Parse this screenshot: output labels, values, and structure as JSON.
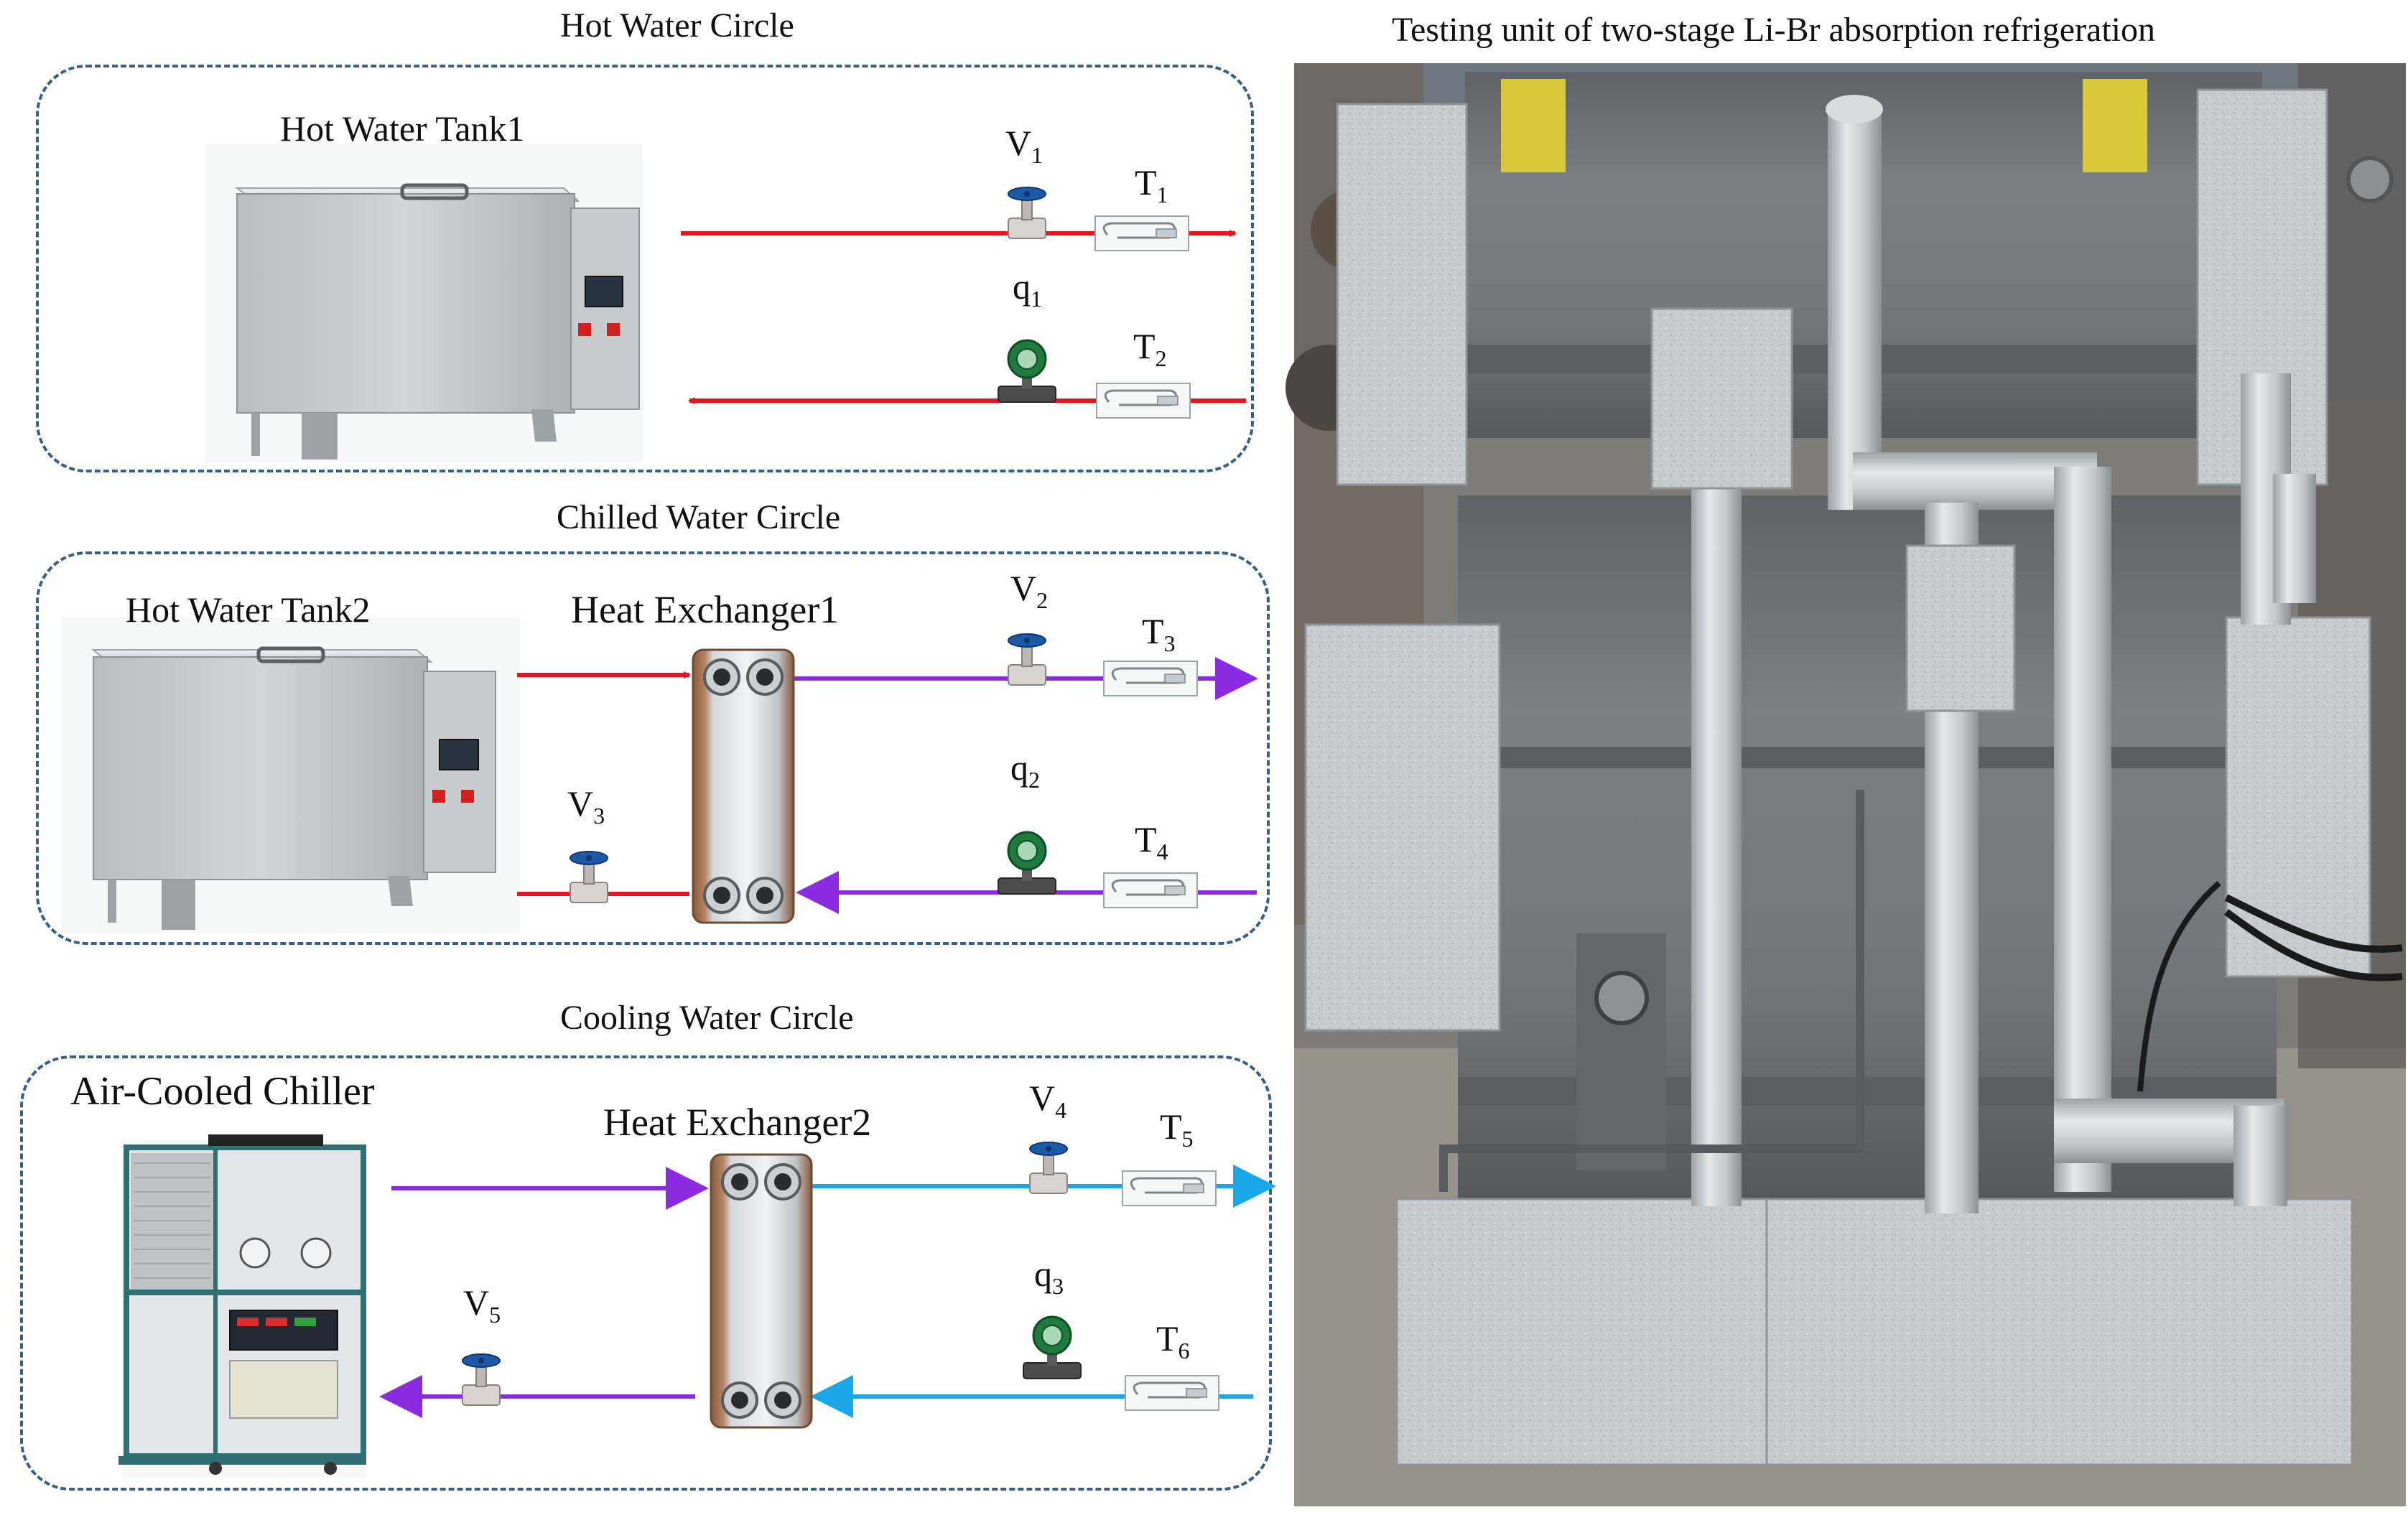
{
  "left_panel": {
    "hot_circle": {
      "title": "Hot Water Circle",
      "tank_label": "Hot Water Tank1",
      "valve": {
        "letter": "V",
        "sub": "1"
      },
      "flowmeter": {
        "letter": "q",
        "sub": "1"
      },
      "sensor_out": {
        "letter": "T",
        "sub": "1"
      },
      "sensor_in": {
        "letter": "T",
        "sub": "2"
      }
    },
    "chilled_circle": {
      "title": "Chilled Water Circle",
      "tank_label": "Hot Water Tank2",
      "hx_label": "Heat Exchanger1",
      "valve_out": {
        "letter": "V",
        "sub": "2"
      },
      "valve_in": {
        "letter": "V",
        "sub": "3"
      },
      "flowmeter": {
        "letter": "q",
        "sub": "2"
      },
      "sensor_out": {
        "letter": "T",
        "sub": "3"
      },
      "sensor_in": {
        "letter": "T",
        "sub": "4"
      }
    },
    "cooling_circle": {
      "title": "Cooling Water Circle",
      "chiller_label": "Air-Cooled Chiller",
      "hx_label": "Heat Exchanger2",
      "valve_out": {
        "letter": "V",
        "sub": "4"
      },
      "valve_in": {
        "letter": "V",
        "sub": "5"
      },
      "flowmeter": {
        "letter": "q",
        "sub": "3"
      },
      "sensor_out": {
        "letter": "T",
        "sub": "5"
      },
      "sensor_in": {
        "letter": "T",
        "sub": "6"
      }
    }
  },
  "right_panel": {
    "title": "Testing unit of two-stage Li-Br absorption refrigeration"
  },
  "colors": {
    "hot_line": "#e8141c",
    "chilled_line": "#8a2be2",
    "cooling_line": "#1aa7e8",
    "box_border": "#3a5f82",
    "machine_body": "#707478",
    "insulation": "#c6c9cc"
  }
}
